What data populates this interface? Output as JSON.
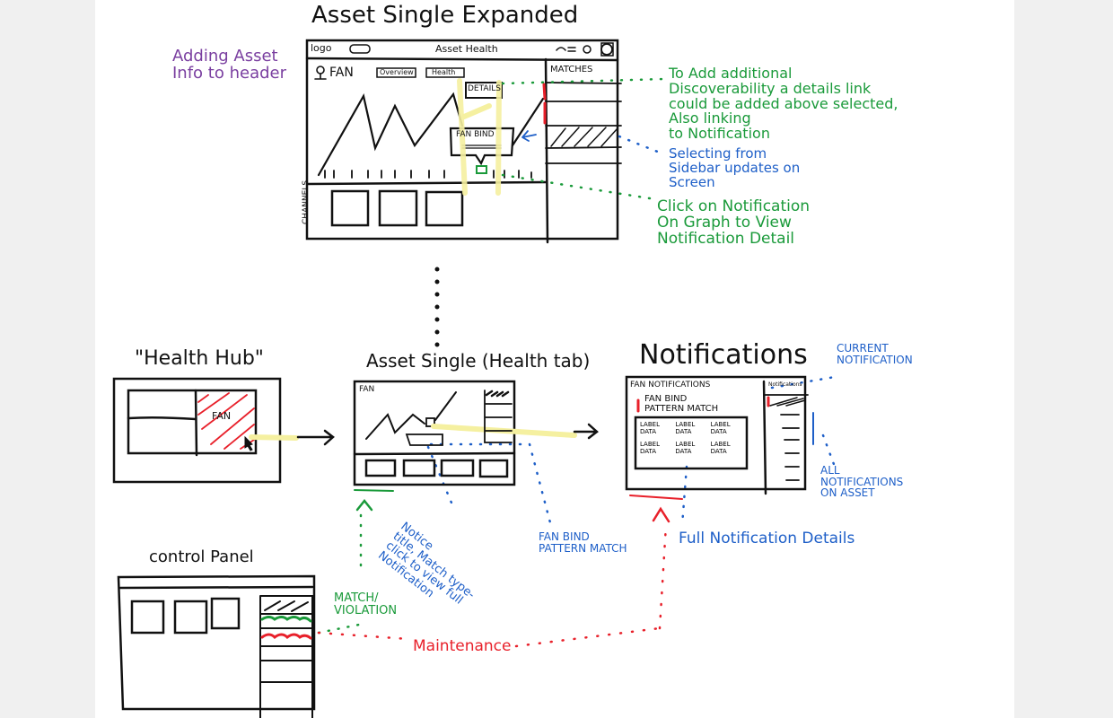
{
  "colors": {
    "ink": "#111111",
    "green": "#1a9a3a",
    "blue": "#1e5fc8",
    "red": "#e8202a",
    "highlight": "#f5f0a0",
    "purple": "#7a3fa0"
  },
  "expanded": {
    "title": "Asset Single Expanded",
    "logo": "logo",
    "header_title": "Asset Health",
    "asset_name": "FAN",
    "tabs": [
      "Overview",
      "Health"
    ],
    "details_button": "DETAILS",
    "popup_title": "FAN BIND",
    "sidebar_title": "MATCHES",
    "channels_label": "CHANNELS"
  },
  "annotations": {
    "header_info": "Adding Asset\nInfo to header",
    "details_link": "To Add additional\nDiscoverability a details link\ncould be added above selected,\nAlso linking\nto Notification",
    "sidebar": "Selecting from\nSidebar updates on\nScreen",
    "click_notification": "Click on Notification\nOn Graph to View\nNotification Detail",
    "current_notification": "CURRENT\nNOTIFICATION",
    "all_notifications": "ALL\nNOTIFICATIONS\nON ASSET",
    "full_details": "Full Notification Details",
    "fan_bind": "FAN BIND\nPATTERN MATCH",
    "notice": "Notice\ntitle, Match type-\nclick to view full\nNotification",
    "match_violation": "MATCH/\nVIOLATION",
    "maintenance": "Maintenance"
  },
  "health_hub": {
    "title": "\"Health Hub\"",
    "tile_label": "FAN"
  },
  "asset_single": {
    "title": "Asset Single (Health tab)",
    "asset_name": "FAN"
  },
  "notifications": {
    "title": "Notifications",
    "header": "FAN NOTIFICATIONS",
    "sidebar_title": "Notifications",
    "detail_title": "FAN BIND\nPATTERN MATCH",
    "fields": [
      {
        "label": "LABEL",
        "value": "DATA"
      },
      {
        "label": "LABEL",
        "value": "DATA"
      },
      {
        "label": "LABEL",
        "value": "DATA"
      },
      {
        "label": "LABEL",
        "value": "DATA"
      },
      {
        "label": "LABEL",
        "value": "DATA"
      },
      {
        "label": "LABEL",
        "value": "DATA"
      }
    ]
  },
  "control_panel": {
    "title": "control Panel"
  }
}
